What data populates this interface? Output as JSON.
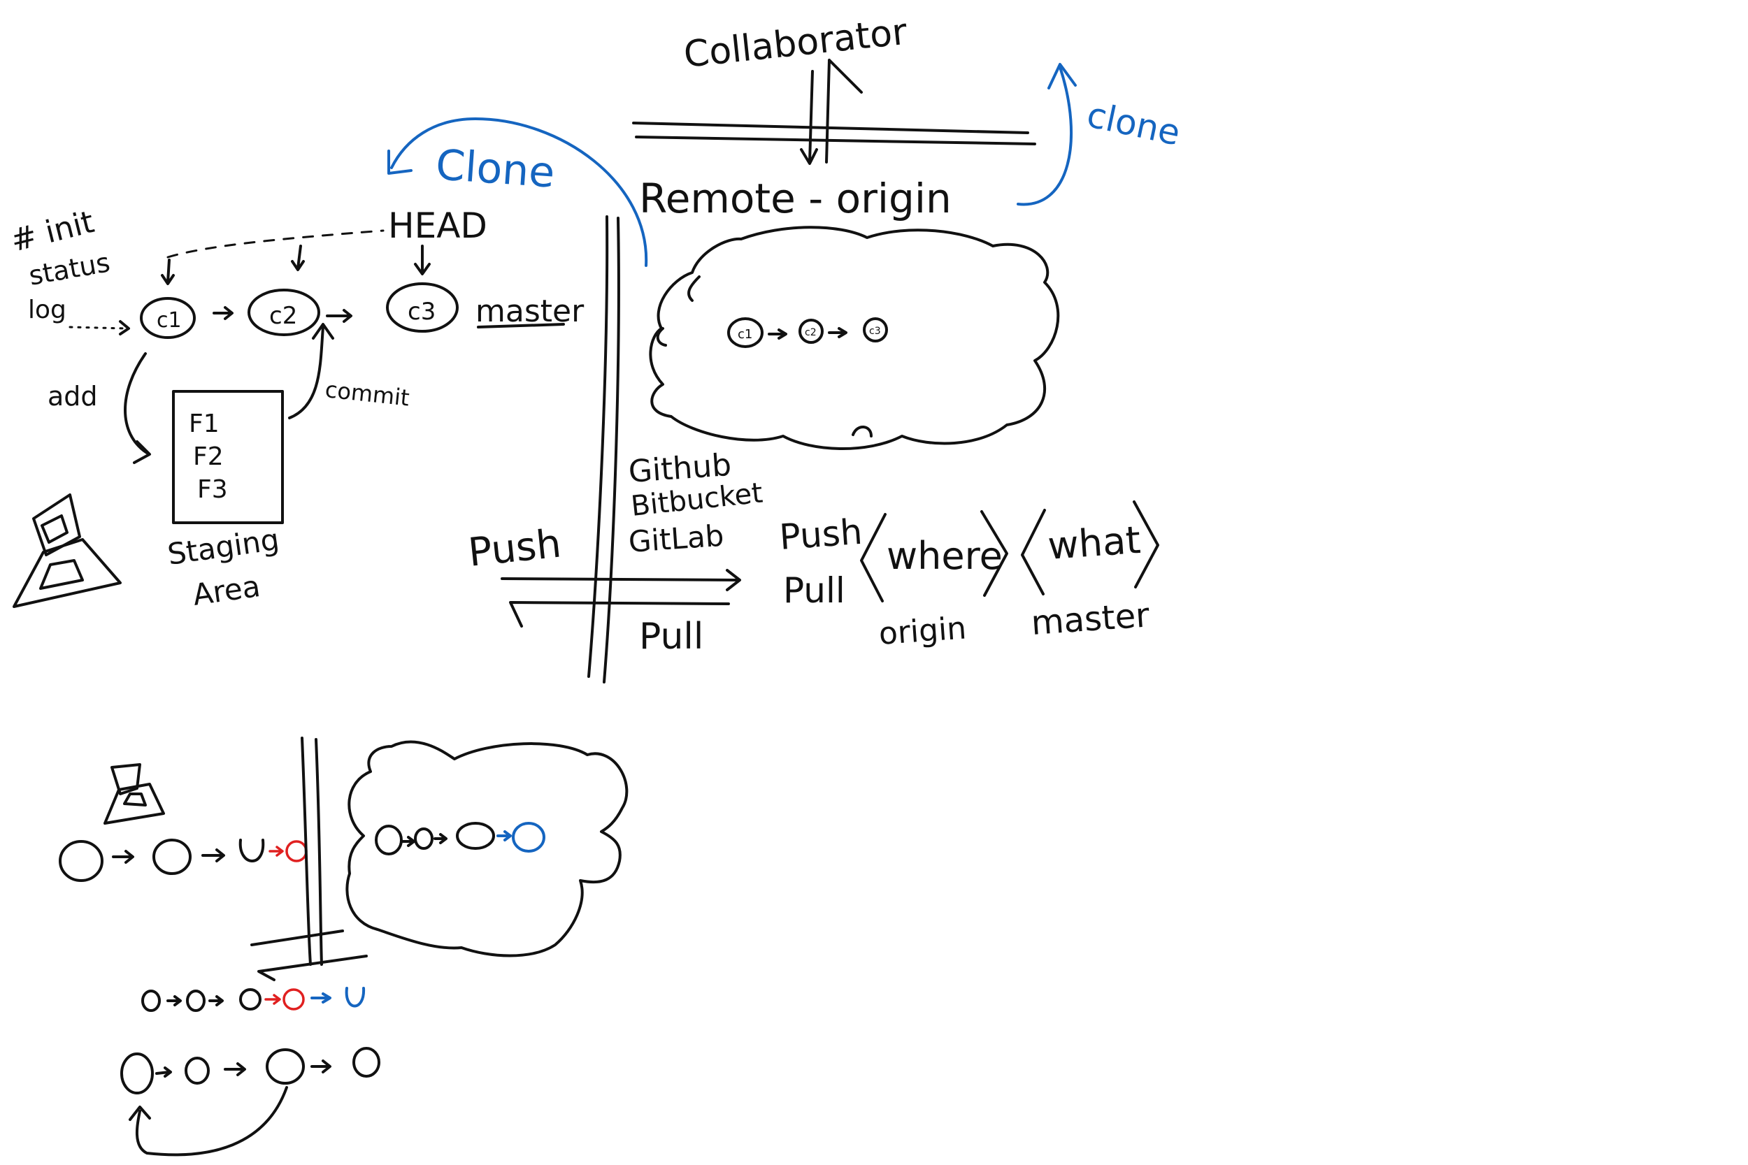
{
  "commands": {
    "init": "# init",
    "status": "status",
    "log": "log",
    "add": "add",
    "commit": "commit"
  },
  "local_graph": {
    "head": "HEAD",
    "commits": [
      "c1",
      "c2",
      "c3"
    ],
    "branch": "master"
  },
  "staging": {
    "files": [
      "F1",
      "F2",
      "F3"
    ],
    "label_line1": "Staging",
    "label_line2": "Area"
  },
  "clone_left": "Clone",
  "clone_right": "clone",
  "collaborator": "Collaborator",
  "remote": {
    "title": "Remote - origin",
    "commits": [
      "c1",
      "c2",
      "c3"
    ],
    "hosts": [
      "Github",
      "Bitbucket",
      "GitLab"
    ]
  },
  "sync": {
    "push": "Push",
    "pull": "Pull"
  },
  "syntax": {
    "push": "Push",
    "pull": "Pull",
    "where": "where",
    "what": "what",
    "origin": "origin",
    "master": "master"
  },
  "colors": {
    "ink": "#111111",
    "blue": "#1565c0",
    "red": "#e02020"
  }
}
